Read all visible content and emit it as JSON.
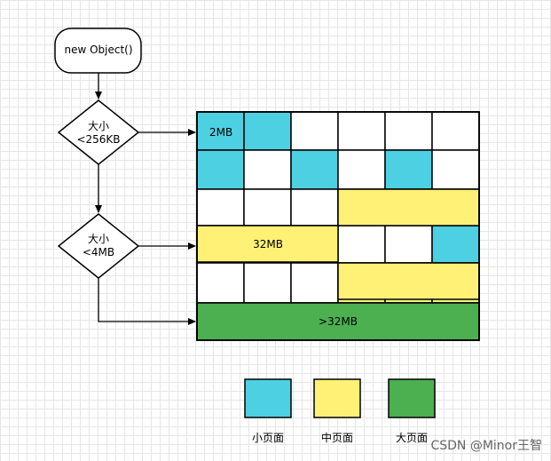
{
  "colors": {
    "small": "#4dd0e1",
    "medium": "#fff176",
    "large": "#4caf50",
    "empty": "#ffffff",
    "stroke": "#000000"
  },
  "flow": {
    "start": "new Object()",
    "decision1_line1": "大小",
    "decision1_line2": "<256KB",
    "decision2_line1": "大小",
    "decision2_line2": "<4MB"
  },
  "grid": {
    "cells": [
      [
        "small",
        "small",
        "empty",
        "empty",
        "empty",
        "empty"
      ],
      [
        "small",
        "empty",
        "small",
        "empty",
        "small",
        "empty"
      ],
      [
        "empty",
        "empty",
        "empty",
        "medium",
        "medium",
        "medium"
      ],
      [
        "medium",
        "medium",
        "medium",
        "empty",
        "empty",
        "small"
      ],
      [
        "empty",
        "empty",
        "empty",
        "medium",
        "medium",
        "medium"
      ],
      [
        "large",
        "large",
        "large",
        "large",
        "large",
        "large"
      ]
    ],
    "label_2mb": "2MB",
    "label_32mb": "32MB",
    "label_gt32mb": ">32MB"
  },
  "legend": {
    "small": "小页面",
    "medium": "中页面",
    "large": "大页面"
  },
  "watermark": "CSDN @Minor王智"
}
